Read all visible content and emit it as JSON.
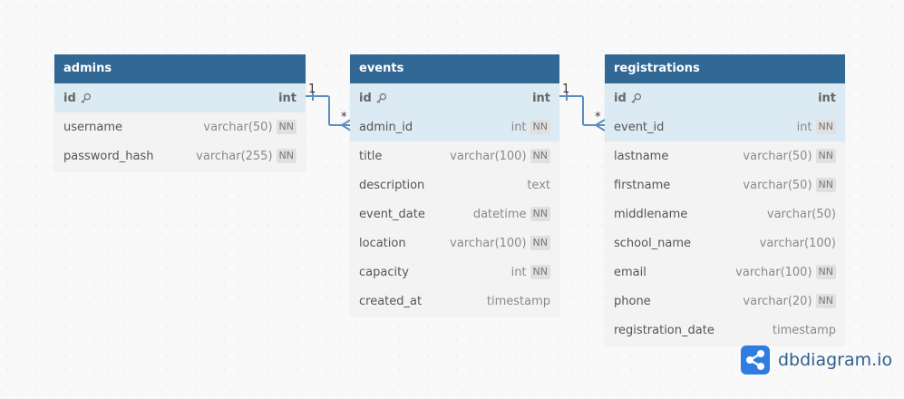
{
  "colors": {
    "header": "#316896",
    "relation": "#5b8dc4",
    "brand": "#2f5f90"
  },
  "tables": {
    "admins": {
      "name": "admins",
      "fields": [
        {
          "name": "id",
          "type": "int",
          "pk": true,
          "nn": ""
        },
        {
          "name": "username",
          "type": "varchar(50)",
          "nn": "NN"
        },
        {
          "name": "password_hash",
          "type": "varchar(255)",
          "nn": "NN"
        }
      ]
    },
    "events": {
      "name": "events",
      "fields": [
        {
          "name": "id",
          "type": "int",
          "pk": true,
          "nn": ""
        },
        {
          "name": "admin_id",
          "type": "int",
          "nn": "NN"
        },
        {
          "name": "title",
          "type": "varchar(100)",
          "nn": "NN"
        },
        {
          "name": "description",
          "type": "text",
          "nn": ""
        },
        {
          "name": "event_date",
          "type": "datetime",
          "nn": "NN"
        },
        {
          "name": "location",
          "type": "varchar(100)",
          "nn": "NN"
        },
        {
          "name": "capacity",
          "type": "int",
          "nn": "NN"
        },
        {
          "name": "created_at",
          "type": "timestamp",
          "nn": ""
        }
      ]
    },
    "registrations": {
      "name": "registrations",
      "fields": [
        {
          "name": "id",
          "type": "int",
          "pk": true,
          "nn": ""
        },
        {
          "name": "event_id",
          "type": "int",
          "nn": "NN"
        },
        {
          "name": "lastname",
          "type": "varchar(50)",
          "nn": "NN"
        },
        {
          "name": "firstname",
          "type": "varchar(50)",
          "nn": "NN"
        },
        {
          "name": "middlename",
          "type": "varchar(50)",
          "nn": ""
        },
        {
          "name": "school_name",
          "type": "varchar(100)",
          "nn": ""
        },
        {
          "name": "email",
          "type": "varchar(100)",
          "nn": "NN"
        },
        {
          "name": "phone",
          "type": "varchar(20)",
          "nn": "NN"
        },
        {
          "name": "registration_date",
          "type": "timestamp",
          "nn": ""
        }
      ]
    }
  },
  "relations": [
    {
      "one": "1",
      "many": "*"
    },
    {
      "one": "1",
      "many": "*"
    }
  ],
  "brand": {
    "name": "dbdiagram.io",
    "icon": "share-nodes-icon"
  }
}
